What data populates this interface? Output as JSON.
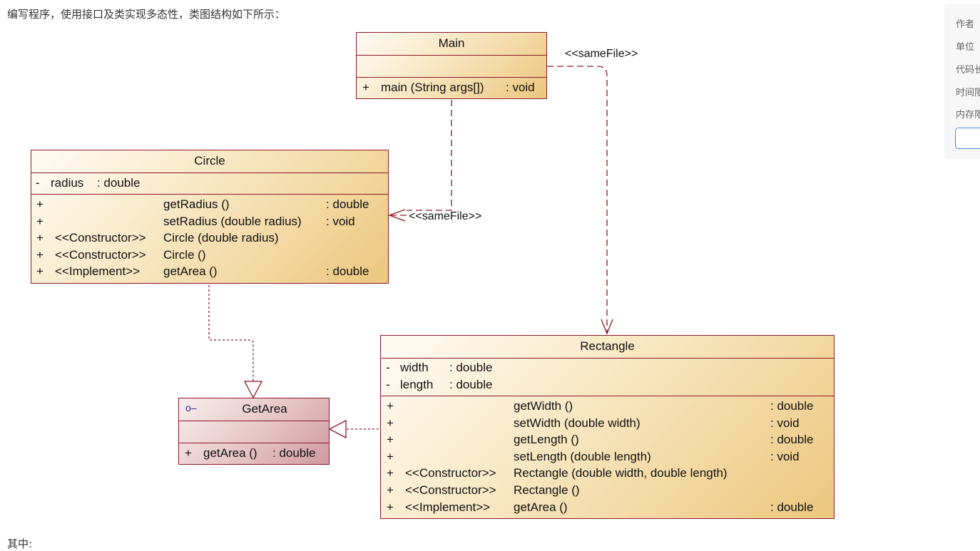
{
  "intro": "编写程序，使用接口及类实现多态性，类图结构如下所示：",
  "bottom_text": "其中:",
  "sidebar": {
    "labels": [
      "作者",
      "单位",
      "代码长",
      "时间限",
      "内存限"
    ]
  },
  "relations": {
    "main_to_rectangle": "<<sameFile>>",
    "main_to_circle": "<<sameFile>>"
  },
  "main": {
    "name": "Main",
    "ops": [
      {
        "vis": "+",
        "name": "main (String args[])",
        "type": ": void"
      }
    ]
  },
  "circle": {
    "name": "Circle",
    "attrs": [
      {
        "vis": "-",
        "name": "radius",
        "type": ": double"
      }
    ],
    "ops": [
      {
        "vis": "+",
        "st": "",
        "name": "getRadius ()",
        "type": ": double"
      },
      {
        "vis": "+",
        "st": "",
        "name": "setRadius (double radius)",
        "type": ": void"
      },
      {
        "vis": "+",
        "st": "<<Constructor>>",
        "name": "Circle (double radius)",
        "type": ""
      },
      {
        "vis": "+",
        "st": "<<Constructor>>",
        "name": "Circle ()",
        "type": ""
      },
      {
        "vis": "+",
        "st": "<<Implement>>",
        "name": "getArea ()",
        "type": ": double"
      }
    ]
  },
  "rectangle": {
    "name": "Rectangle",
    "attrs": [
      {
        "vis": "-",
        "name": "width",
        "type": ": double"
      },
      {
        "vis": "-",
        "name": "length",
        "type": ": double"
      }
    ],
    "ops": [
      {
        "vis": "+",
        "st": "",
        "name": "getWidth ()",
        "type": ": double"
      },
      {
        "vis": "+",
        "st": "",
        "name": "setWidth (double width)",
        "type": ": void"
      },
      {
        "vis": "+",
        "st": "",
        "name": "getLength ()",
        "type": ": double"
      },
      {
        "vis": "+",
        "st": "",
        "name": "setLength (double length)",
        "type": ": void"
      },
      {
        "vis": "+",
        "st": "<<Constructor>>",
        "name": "Rectangle (double width, double length)",
        "type": ""
      },
      {
        "vis": "+",
        "st": "<<Constructor>>",
        "name": "Rectangle ()",
        "type": ""
      },
      {
        "vis": "+",
        "st": "<<Implement>>",
        "name": "getArea ()",
        "type": ": double"
      }
    ]
  },
  "getarea": {
    "name": "GetArea",
    "icon": "interface-lollipop-icon",
    "ops": [
      {
        "vis": "+",
        "name": "getArea ()",
        "type": ": double"
      }
    ]
  },
  "colors": {
    "border": "#8b1a2a",
    "class_fill": "#ecc77e",
    "interface_fill": "#cf9aa2",
    "link": "#4a8de0"
  }
}
